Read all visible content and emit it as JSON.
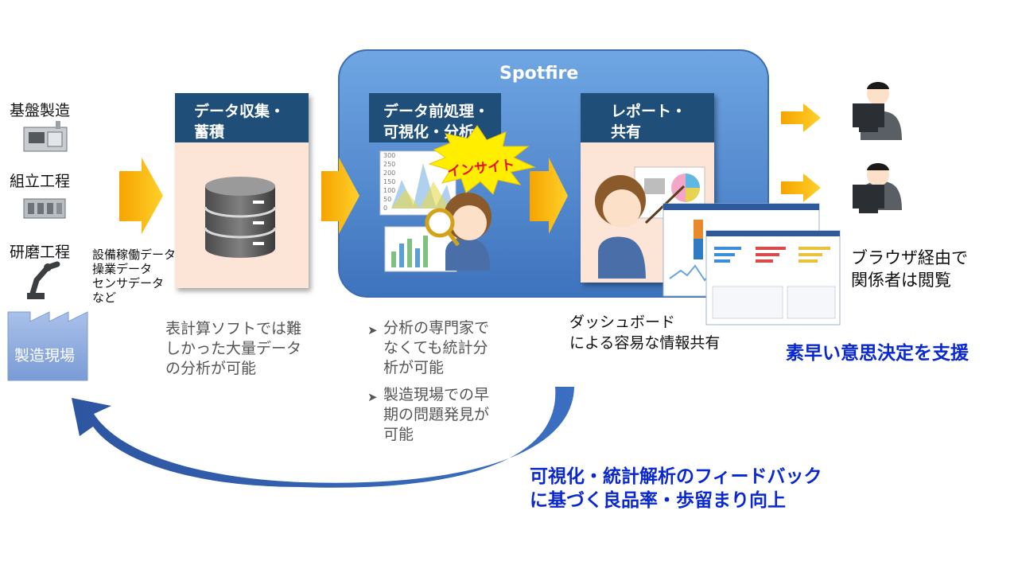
{
  "sources": {
    "items": [
      {
        "label": "基盤製造",
        "icon": "machine-icon"
      },
      {
        "label": "組立工程",
        "icon": "control-panel-icon"
      },
      {
        "label": "研磨工程",
        "icon": "robot-arm-icon"
      }
    ],
    "data_types": [
      "設備稼働データ",
      "操業データ",
      "センサデータ",
      "など"
    ],
    "factory_label": "製造現場"
  },
  "platform": {
    "title": "Spotfire"
  },
  "stages": [
    {
      "title_line1": "データ収集・",
      "title_line2": "蓄積",
      "icon": "database-icon"
    },
    {
      "title_line1": "データ前処理・",
      "title_line2": "可視化・分析",
      "burst": "インサイト",
      "icon": "analyst-with-magnifier-icon",
      "chart_ticks": [
        "300",
        "250",
        "200",
        "150",
        "100",
        "50",
        "0"
      ]
    },
    {
      "title_line1": "レポート・",
      "title_line2": "共有",
      "icon": "presenter-icon"
    }
  ],
  "notes": {
    "collect": [
      "表計算ソフトでは難",
      "しかった大量データ",
      "の分析が可能"
    ],
    "analysis_bullets": [
      [
        "分析の専門家で",
        "なくても統計分",
        "析が可能"
      ],
      [
        "製造現場での早",
        "期の問題発見が",
        "可能"
      ]
    ],
    "share": [
      "ダッシュボード",
      "による容易な情報共有"
    ]
  },
  "viewers": {
    "label_line1": "ブラウザ経由で",
    "label_line2": "関係者は閲覧"
  },
  "decision": "素早い意思決定を支援",
  "feedback": {
    "line1": "可視化・統計解析のフィードバック",
    "line2": "に基づく良品率・歩留まり向上"
  },
  "colors": {
    "stage_header": "#1f4e79",
    "stage_body": "#fce4d6",
    "spotfire_panel": "#4a7fc9",
    "arrow": "#fbb814",
    "feedback_arrow": "#2f5aa8",
    "highlight_text": "#0a28d0",
    "burst": "#ffee00",
    "burst_text": "#e8111a"
  }
}
